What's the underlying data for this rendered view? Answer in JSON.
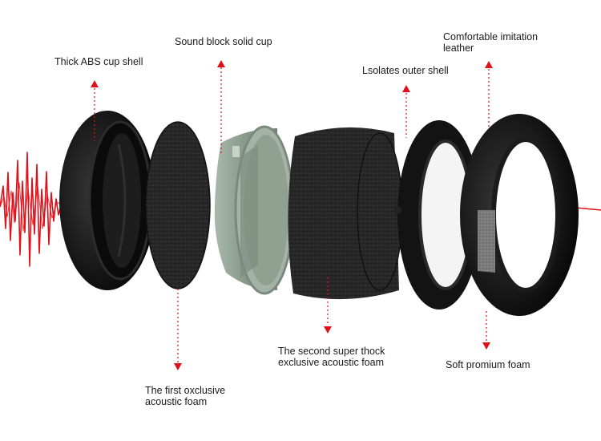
{
  "labels": {
    "abs_shell": "Thick ABS cup shell",
    "solid_cup": "Sound block solid cup",
    "leather": "Comfortable imitation\nleather",
    "outer_shell": "Lsolates outer shell",
    "first_foam": "The first oxclusive\nacoustic foam",
    "second_foam": "The second super thock\nexclusive acoustic foam",
    "soft_foam": "Soft promium foam"
  },
  "colors": {
    "accent_red": "#e0101a",
    "shell_black": "#151515",
    "cup_grey": "#8fa092",
    "foam_dark": "#262626",
    "label_text": "#1a1a1a"
  },
  "icons": {
    "arrow_up": "arrow-up-icon",
    "arrow_down": "arrow-down-icon"
  }
}
